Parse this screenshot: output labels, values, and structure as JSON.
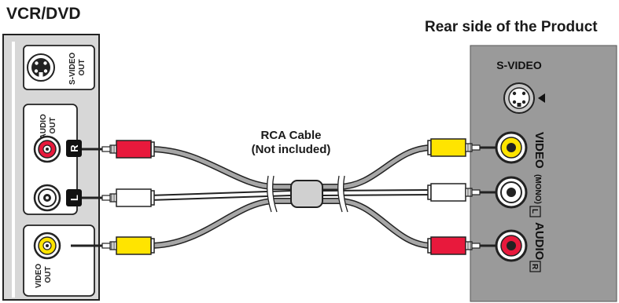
{
  "left_device": {
    "title": "VCR/DVD",
    "svideo_out_label": [
      "S-VIDEO",
      "OUT"
    ],
    "audio_out_label": [
      "AUDIO",
      "OUT"
    ],
    "channel_right": "R",
    "channel_left": "L",
    "video_out_label": [
      "VIDEO",
      "OUT"
    ]
  },
  "right_device": {
    "title": "Rear side of the Product",
    "svideo_label": "S-VIDEO",
    "video_label": "VIDEO",
    "mono_label": "(MONO)",
    "audio_label": "AUDIO",
    "channel_left": "L",
    "channel_right": "R"
  },
  "cable": {
    "label_line1": "RCA Cable",
    "label_line2": "(Not included)"
  },
  "colors": {
    "panel_left": "#d7d7d7",
    "panel_right": "#9a9a9a",
    "red_plug": "#e8193c",
    "yellow_plug": "#ffe400",
    "white_plug": "#ffffff",
    "cable_gray": "#8f8f8f"
  }
}
